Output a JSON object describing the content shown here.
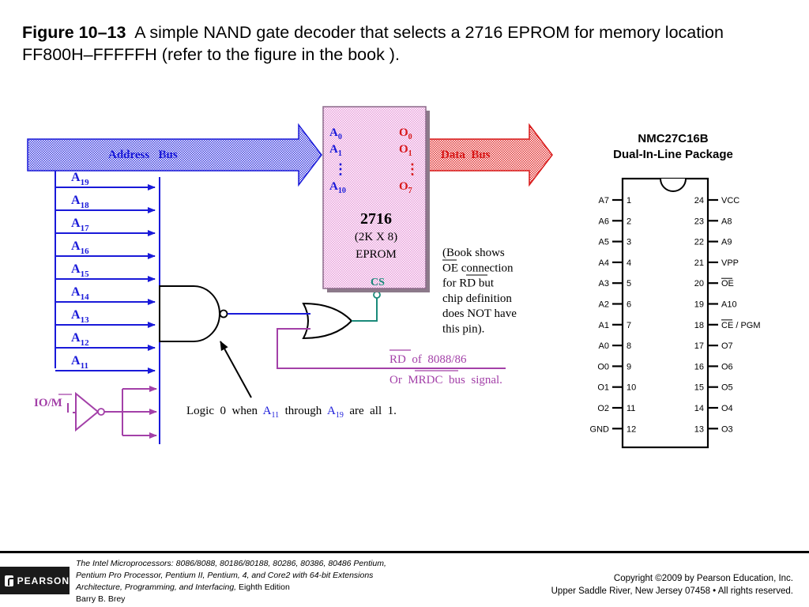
{
  "title": {
    "label": "Figure 10–13",
    "text": "A simple NAND gate decoder that selects a 2716 EPROM for memory location FF800H–FFFFFH (refer to the figure in the book )."
  },
  "diagram": {
    "address_bus": "Address   Bus",
    "data_bus": "Data  Bus",
    "address_lines": [
      "19",
      "18",
      "17",
      "16",
      "15",
      "14",
      "13",
      "12",
      "11"
    ],
    "address_prefix": "A",
    "iom": "IO/M",
    "eprom": {
      "pins_a": [
        {
          "base": "A",
          "sub": "0"
        },
        {
          "base": "A",
          "sub": "1"
        },
        {
          "base": "A",
          "sub": "10"
        }
      ],
      "pins_o": [
        {
          "base": "O",
          "sub": "0"
        },
        {
          "base": "O",
          "sub": "1"
        },
        {
          "base": "O",
          "sub": "7"
        }
      ],
      "vdots": "⋮",
      "part": "2716",
      "size": "(2K X 8)",
      "type": "EPROM",
      "cs": "CS"
    },
    "note": [
      "(Book   shows",
      "OE   connection",
      "for  RD  but",
      "chip    definition",
      "does  NOT  have",
      "this   pin)."
    ],
    "rd_signal": {
      "rd": "RD",
      "of": "  of  8088/86",
      "or": "Or  ",
      "mrdc": "MRDC",
      "bus": "  bus  signal."
    },
    "logic_note": {
      "prefix": "Logic  0  when  ",
      "a11": "A",
      "a11_sub": "11",
      "mid": "  through  ",
      "a19": "A",
      "a19_sub": "19",
      "suffix": "  are  all  1."
    }
  },
  "package": {
    "title_line1": "NMC27C16B",
    "title_line2": "Dual-In-Line Package",
    "left_pins": [
      {
        "num": "1",
        "label": "A7"
      },
      {
        "num": "2",
        "label": "A6"
      },
      {
        "num": "3",
        "label": "A5"
      },
      {
        "num": "4",
        "label": "A4"
      },
      {
        "num": "5",
        "label": "A3"
      },
      {
        "num": "6",
        "label": "A2"
      },
      {
        "num": "7",
        "label": "A1"
      },
      {
        "num": "8",
        "label": "A0"
      },
      {
        "num": "9",
        "label": "O0"
      },
      {
        "num": "10",
        "label": "O1"
      },
      {
        "num": "11",
        "label": "O2"
      },
      {
        "num": "12",
        "label": "GND"
      }
    ],
    "right_pins": [
      {
        "num": "24",
        "label": "VCC"
      },
      {
        "num": "23",
        "label": "A8"
      },
      {
        "num": "22",
        "label": "A9"
      },
      {
        "num": "21",
        "label": "VPP"
      },
      {
        "num": "20",
        "label": "OE"
      },
      {
        "num": "19",
        "label": "A10"
      },
      {
        "num": "18",
        "label": "CE / PGM"
      },
      {
        "num": "17",
        "label": "O7"
      },
      {
        "num": "16",
        "label": "O6"
      },
      {
        "num": "15",
        "label": "O5"
      },
      {
        "num": "14",
        "label": "O4"
      },
      {
        "num": "13",
        "label": "O3"
      }
    ]
  },
  "footer": {
    "book_title": "The Intel Microprocessors:",
    "book_subtitle": " 8086/8088, 80186/80188, 80286, 80386, 80486 Pentium,",
    "line2": "Pentium Pro Processor, Pentium II, Pentium, 4, and Core2 with 64-bit Extensions",
    "line3_italic": "Architecture, Programming, and Interfacing,",
    "line3_rest": " Eighth Edition",
    "author": "Barry B. Brey",
    "copyright": "Copyright ©2009 by Pearson Education, Inc.",
    "address": "Upper Saddle River, New Jersey 07458 • All rights reserved.",
    "publisher": "PEARSON"
  },
  "colors": {
    "blue": "#1a1ad9",
    "red": "#d81818",
    "purple": "#a340a8",
    "teal": "#1a8a7a",
    "pink_fill": "#f4c2ec"
  }
}
